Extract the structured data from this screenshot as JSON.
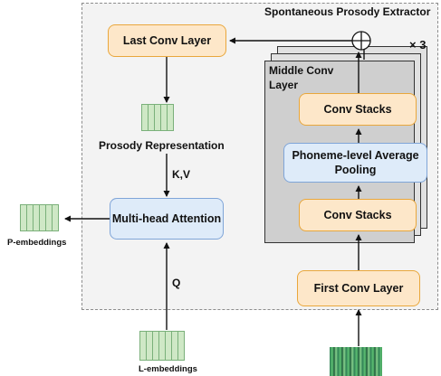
{
  "diagram": {
    "extractor_title": "Spontaneous Prosody Extractor",
    "repeat_mark": "× 3",
    "middle_layer_title": "Middle Conv Layer",
    "nodes": {
      "last_conv": "Last Conv Layer",
      "conv_stacks_top": "Conv Stacks",
      "phoneme_pooling": "Phoneme-level Average Pooling",
      "conv_stacks_bottom": "Conv Stacks",
      "first_conv": "First Conv Layer",
      "attention": "Multi-head Attention"
    },
    "labels": {
      "prosody_representation": "Prosody Representation",
      "kv": "K,V",
      "q": "Q",
      "p_embeddings": "P-embeddings",
      "l_embeddings": "L-embeddings"
    },
    "colors": {
      "orange_border": "#e9a73c",
      "orange_fill": "#fde7c9",
      "blue_border": "#7fa5d8",
      "blue_fill": "#deebf9",
      "embedding_green": "#cfe8c6"
    }
  }
}
